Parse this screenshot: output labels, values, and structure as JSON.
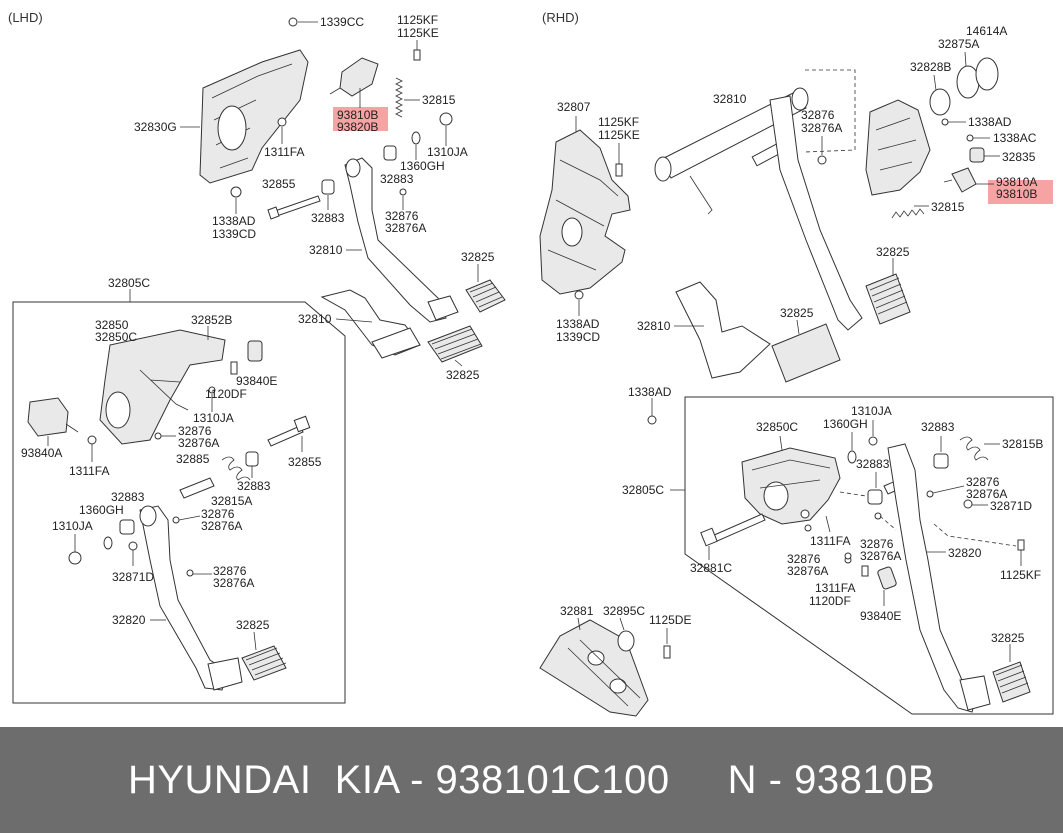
{
  "side_labels": {
    "lhd": "(LHD)",
    "rhd": "(RHD)"
  },
  "highlight_color": "#f6a3a3",
  "footer": {
    "text": "HYUNDAI  KIA - 938101C100     N - 93810B"
  },
  "lhd_labels": {
    "p1339cc": "1339CC",
    "p1125kf": "1125KF",
    "p1125ke": "1125KE",
    "p93810b": "93810B",
    "p93820b": "93820B",
    "p32815": "32815",
    "p32830g": "32830G",
    "p1311fa": "1311FA",
    "p1310ja": "1310JA",
    "p1360gh": "1360GH",
    "p32883": "32883",
    "p32855": "32855",
    "p32883b": "32883",
    "p32876": "32876",
    "p32876a": "32876A",
    "p1338ad": "1338AD",
    "p1339cd": "1339CD",
    "p32810": "32810",
    "p32825": "32825",
    "p32810b": "32810",
    "p32825b": "32825"
  },
  "lhd_box_labels": {
    "p32805c": "32805C",
    "p32850": "32850",
    "p32850c": "32850C",
    "p32852b": "32852B",
    "p93840e": "93840E",
    "p1120df": "1120DF",
    "p93840a": "93840A",
    "p1310ja": "1310JA",
    "p32876": "32876",
    "p32876a": "32876A",
    "p1311fa": "1311FA",
    "p32885": "32885",
    "p32855": "32855",
    "p32815a": "32815A",
    "p32883": "32883",
    "p32883b": "32883",
    "p1360gh": "1360GH",
    "p32876b": "32876",
    "p32876ab": "32876A",
    "p1310jab": "1310JA",
    "p32871d": "32871D",
    "p32876c": "32876",
    "p32876ac": "32876A",
    "p32820": "32820",
    "p32825": "32825"
  },
  "rhd_labels": {
    "p14614a": "14614A",
    "p32875a": "32875A",
    "p32828b": "32828B",
    "p32807": "32807",
    "p32810": "32810",
    "p1125kf": "1125KF",
    "p1125ke": "1125KE",
    "p32876": "32876",
    "p32876a": "32876A",
    "p1338ad": "1338AD",
    "p1338ac": "1338AC",
    "p32835": "32835",
    "p93810a": "93810A",
    "p93810b": "93810B",
    "p32815": "32815",
    "p32825": "32825",
    "p1338adb": "1338AD",
    "p1339cd": "1339CD",
    "p32810b": "32810",
    "p32825b": "32825",
    "p1338adc": "1338AD"
  },
  "rhd_box_labels": {
    "p1310ja": "1310JA",
    "p32850c": "32850C",
    "p1360gh": "1360GH",
    "p32883": "32883",
    "p32815b": "32815B",
    "p32883b": "32883",
    "p32876": "32876",
    "p32876a": "32876A",
    "p32805c": "32805C",
    "p32871d": "32871D",
    "p1311fa": "1311FA",
    "p32876b": "32876",
    "p32876ab": "32876A",
    "p32820": "32820",
    "p32881c": "32881C",
    "p32876c": "32876",
    "p32876ac": "32876A",
    "p1125kf": "1125KF",
    "p1311fab": "1311FA",
    "p1120df": "1120DF",
    "p93840e": "93840E",
    "p32881": "32881",
    "p32895c": "32895C",
    "p1125de": "1125DE",
    "p32825": "32825"
  }
}
